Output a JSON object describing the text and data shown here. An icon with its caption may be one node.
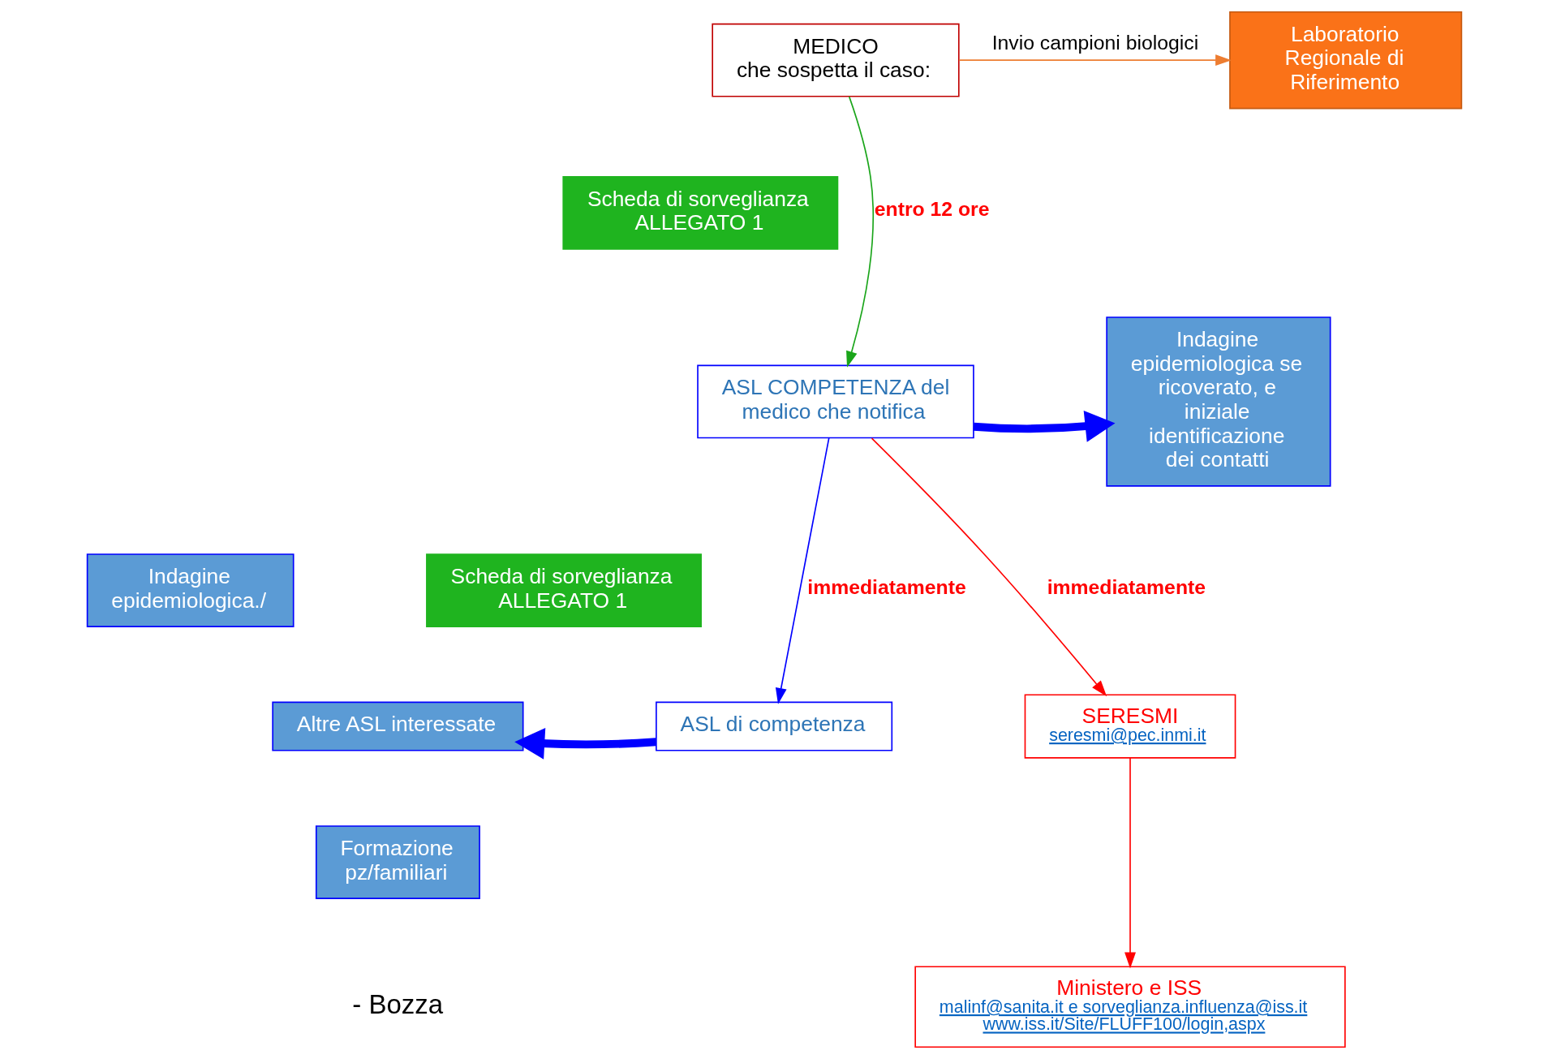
{
  "diagram": {
    "nodes": [
      {
        "text": [
          "MEDICO",
          "che sospetta il caso:"
        ]
      },
      {
        "text": [
          "Laboratorio Regionale di Riferimento"
        ]
      },
      {
        "text": [
          "Scheda di sorveglianza ALLEGATO 1"
        ]
      },
      {
        "text": [
          "Indagine epidemiologica se ricoverato, e iniziale identificazione dei contatti"
        ]
      },
      {
        "text": [
          "ASL COMPETENZA del medico che notifica"
        ]
      },
      {
        "text": [
          "Scheda di sorveglianza ALLEGATO 1"
        ]
      },
      {
        "text": [
          "Indagine epidemiologica./"
        ]
      },
      {
        "text": [
          "Altre ASL interessate"
        ]
      },
      {
        "text": [
          "Formazione pz/familiari"
        ]
      },
      {
        "text": [
          "ASL di competenza"
        ]
      },
      {
        "text": [
          "SERESMI",
          "seresmi@pec.inmi.it"
        ]
      },
      {
        "text": [
          "Ministero e ISS",
          "malinf@sanita.it e sorveglianza.influenza@iss.it",
          "www.iss.it/Site/FLUFF100/login,aspx"
        ]
      }
    ],
    "edges": [
      {
        "from": 0,
        "to": 1,
        "arrow": "to",
        "label": "Invio campioni biologici",
        "color": "#ed7d31"
      },
      {
        "from": 0,
        "to": 4,
        "arrow": "to",
        "label": "entro 12 ore",
        "color": "#1aa51a"
      },
      {
        "from": 4,
        "to": 3,
        "arrow": "to",
        "style": "thick",
        "color": "#0000ff"
      },
      {
        "from": 4,
        "to": 9,
        "arrow": "to",
        "label": "immediatamente",
        "color": "#0000ff"
      },
      {
        "from": 4,
        "to": 10,
        "arrow": "to",
        "label": "immediatamente",
        "color": "#ff0000"
      },
      {
        "from": 9,
        "to": 7,
        "arrow": "to",
        "style": "thick",
        "color": "#0000ff"
      },
      {
        "from": 10,
        "to": 11,
        "arrow": "to",
        "color": "#ff0000"
      }
    ],
    "labels": [
      "- Bozza"
    ]
  }
}
